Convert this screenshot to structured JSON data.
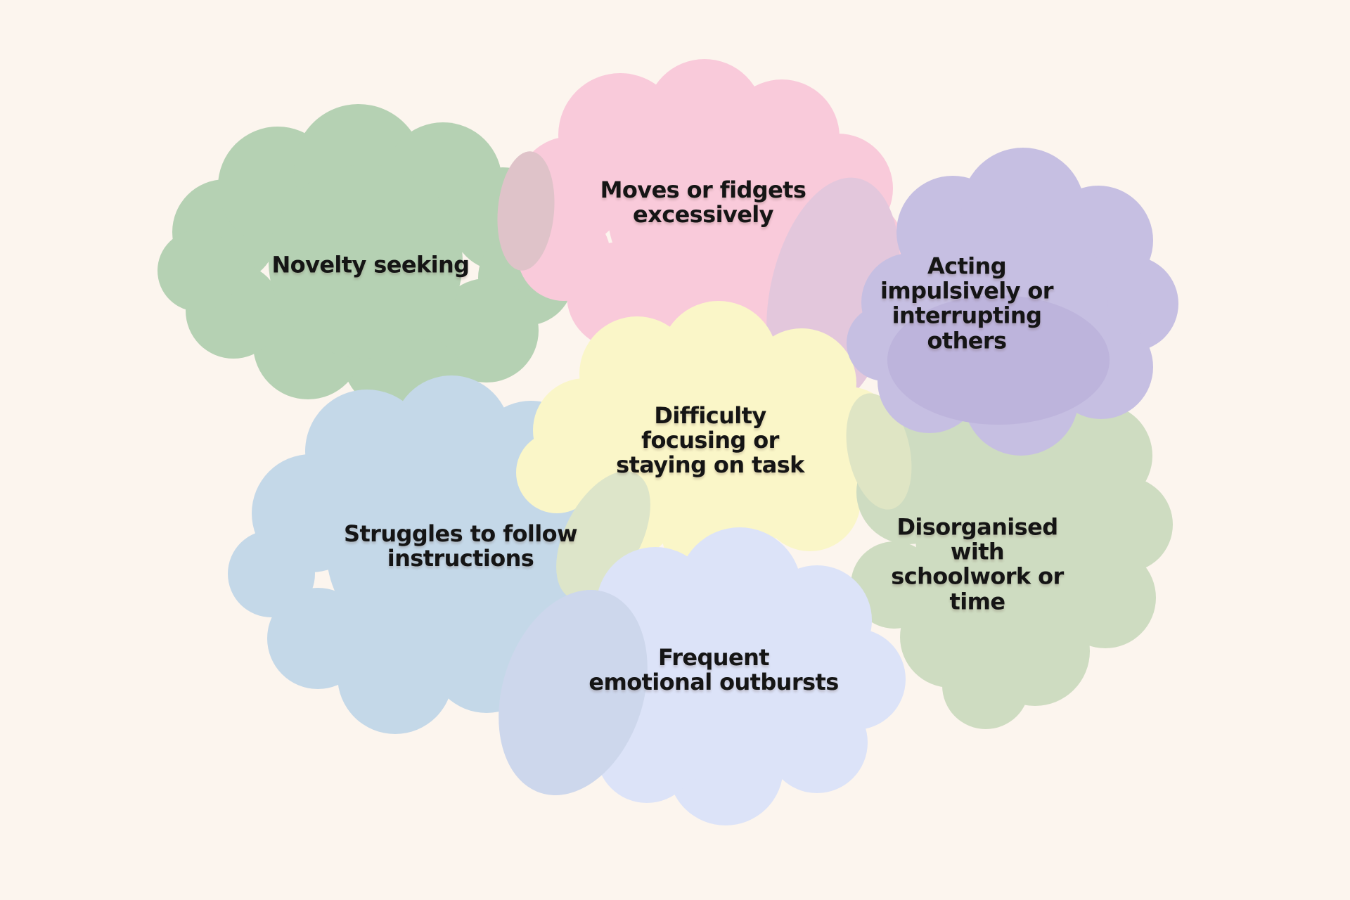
{
  "figure": {
    "background_color": "#FCF5EE",
    "text_color": "#151515",
    "bubbles": [
      {
        "id": "novelty-seeking",
        "label": "Novelty seeking",
        "color": "#B5D1B3"
      },
      {
        "id": "moves-fidgets",
        "label": "Moves or fidgets\nexcessively",
        "color": "#F9CADA"
      },
      {
        "id": "acting-impulsively",
        "label": "Acting\nimpulsively or\ninterrupting\nothers",
        "color": "#C6BFE2"
      },
      {
        "id": "difficulty-focusing",
        "label": "Difficulty\nfocusing or\nstaying on task",
        "color": "#FAF6C8"
      },
      {
        "id": "struggles-instructions",
        "label": "Struggles to follow\ninstructions",
        "color": "#C4D8E8"
      },
      {
        "id": "emotional-outbursts",
        "label": "Frequent\nemotional outbursts",
        "color": "#DCE3F8"
      },
      {
        "id": "disorganised",
        "label": "Disorganised\nwith\nschoolwork or\ntime",
        "color": "#CEDCC1"
      }
    ],
    "overlap_accents": {
      "pink_over_green": "#DFC3C9",
      "pink_over_purple": "#E3C7DC",
      "purple_inner": "#BDB4DC",
      "yellow_over_blue": "#DDE5C9",
      "sage_over_yellow": "#DFE5C4",
      "periwinkle_over_blue": "#CDD7EC"
    }
  }
}
